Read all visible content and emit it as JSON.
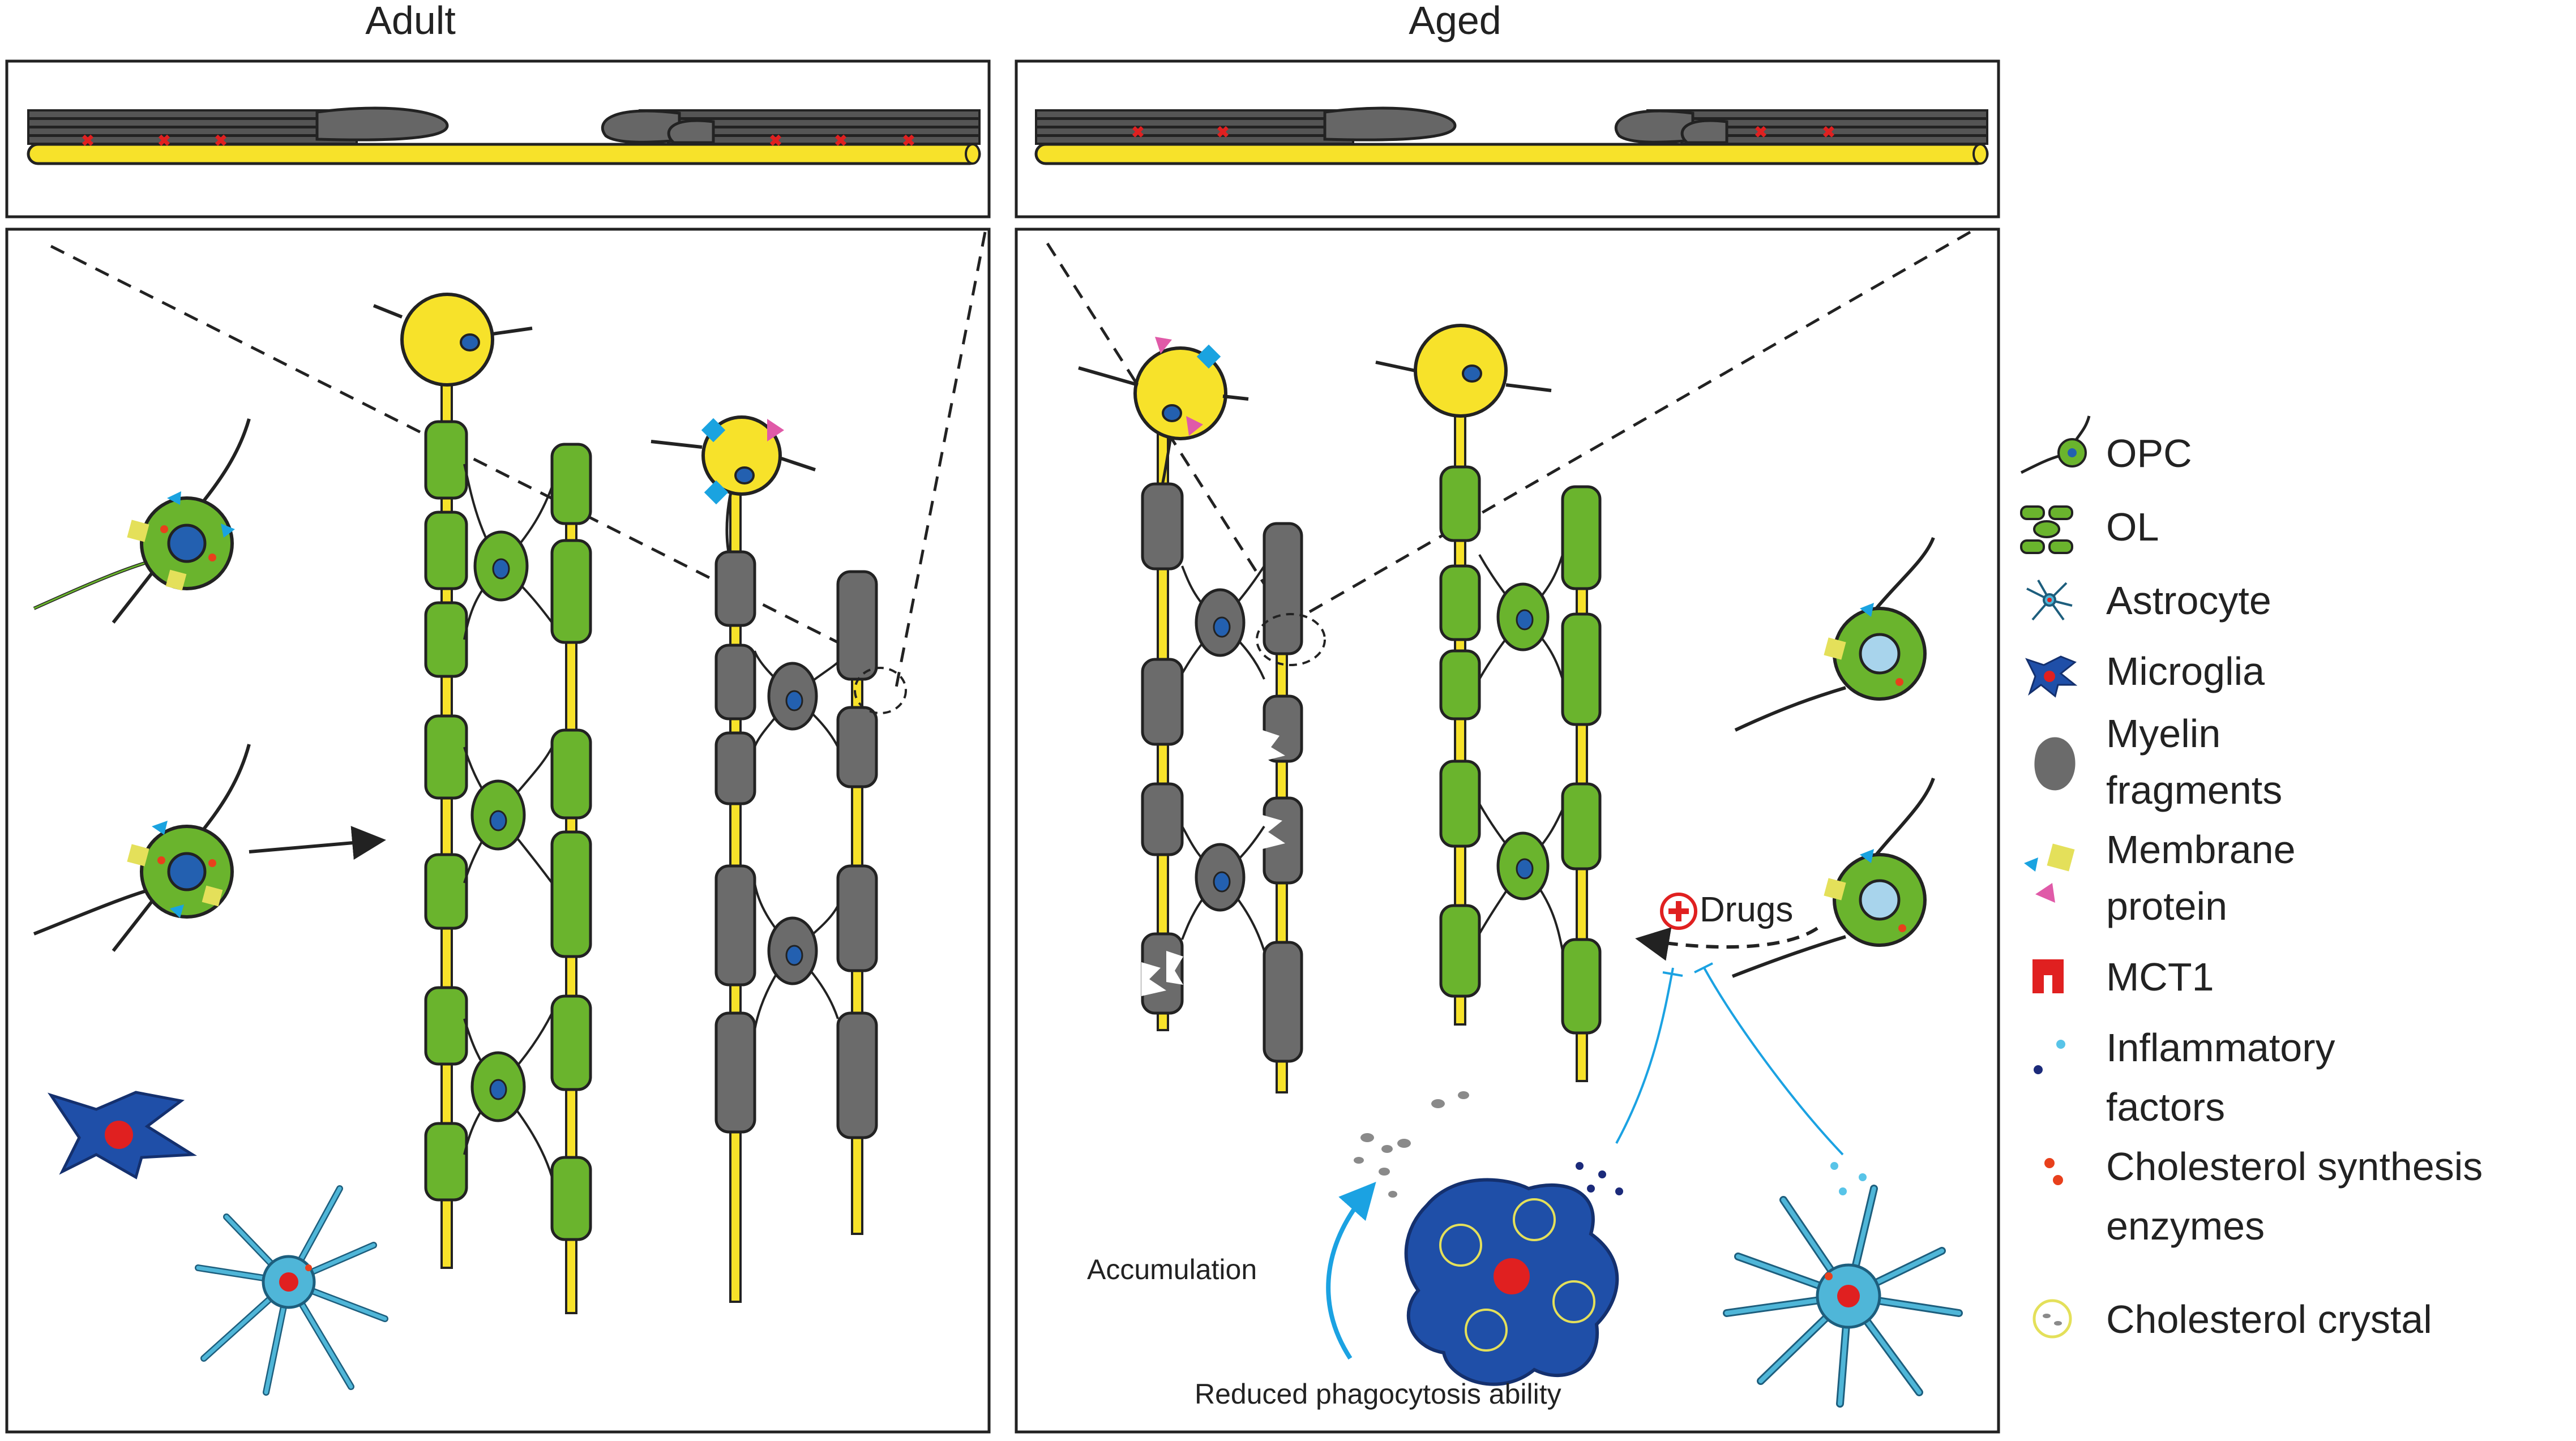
{
  "panels": {
    "adult_title": "Adult",
    "aged_title": "Aged"
  },
  "annotations": {
    "drugs": "Drugs",
    "accumulation": "Accumulation",
    "reduced_phagocytosis": "Reduced phagocytosis ability"
  },
  "legend": {
    "opc": "OPC",
    "ol": "OL",
    "astrocyte": "Astrocyte",
    "microglia": "Microglia",
    "myelin_fragments_1": "Myelin",
    "myelin_fragments_2": "fragments",
    "membrane_protein_1": "Membrane",
    "membrane_protein_2": "protein",
    "mct1": "MCT1",
    "inflammatory_1": "Inflammatory",
    "inflammatory_2": "factors",
    "cholesterol_enzymes_1": "Cholesterol synthesis",
    "cholesterol_enzymes_2": "enzymes",
    "cholesterol_crystal": "Cholesterol crystal"
  },
  "colors": {
    "axon_yellow": "#f7e22a",
    "ol_green": "#6ab42d",
    "myelin_gray": "#6b6b6b",
    "nucleus_blue": "#2360b0",
    "microglia_blue": "#1f4fa8",
    "astro_cyan": "#4fb6d8",
    "cholesterol_red": "#e8401c",
    "membrane_cyan": "#1aa3e0",
    "membrane_yellow": "#e4e05a",
    "membrane_pink": "#e05aa8",
    "mct1_red": "#e02020",
    "inflam_dark": "#1b2a7a",
    "inflam_light": "#58c4e8",
    "arrow_blue": "#1ba2e2"
  }
}
